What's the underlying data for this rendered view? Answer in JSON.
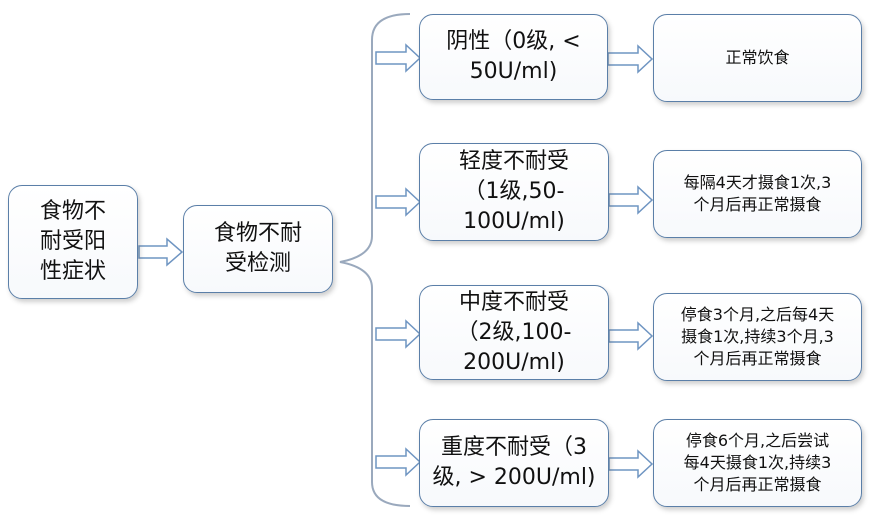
{
  "nodes": {
    "symptom": "食物不\n耐受阳\n性症状",
    "test": "食物不耐\n受检测",
    "grades": [
      {
        "label": "阴性（0级, <\n50U/ml)",
        "result": "正常饮食"
      },
      {
        "label": "轻度不耐受\n（1级,50-\n100U/ml)",
        "result": "每隔4天才摄食1次,3\n个月后再正常摄食"
      },
      {
        "label": "中度不耐受\n（2级,100-\n200U/ml)",
        "result": "停食3个月,之后每4天\n摄食1次,持续3个月,3\n个月后再正常摄食"
      },
      {
        "label": "重度不耐受（3\n级, > 200U/ml)",
        "result": "停食6个月,之后尝试\n每4天摄食1次,持续3\n个月后再正常摄食"
      }
    ]
  },
  "colors": {
    "border": "#5b7fa8",
    "arrow": "#6f95c2",
    "brace": "#9aa9bd"
  }
}
